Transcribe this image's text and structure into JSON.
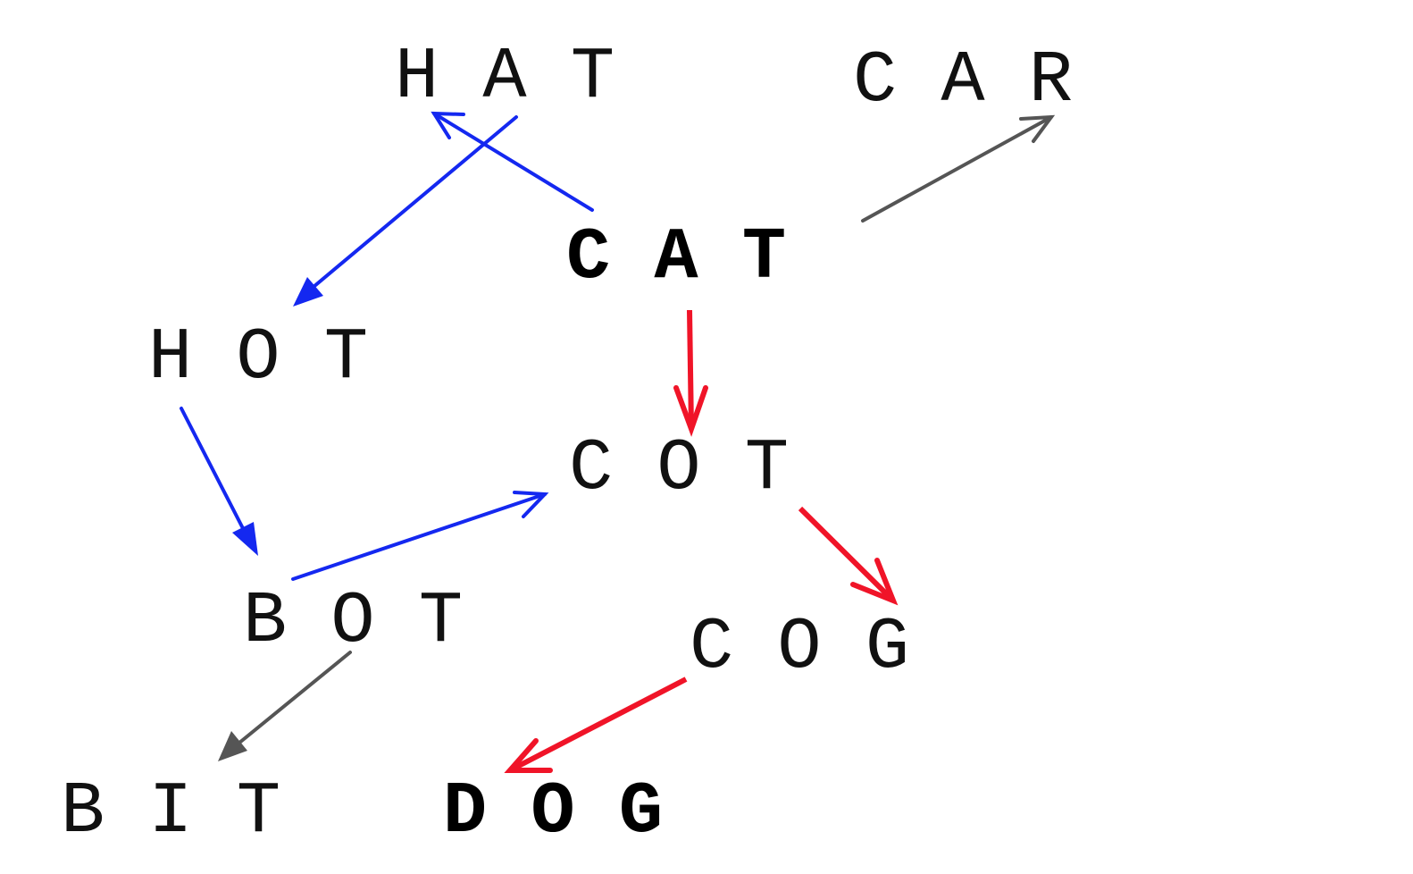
{
  "words": {
    "hat": "H A T",
    "car": "C A R",
    "cat": "C A T",
    "hot": "H O T",
    "cot": "C O T",
    "bot": "B O T",
    "cog": "C O G",
    "bit": "B I T",
    "dog": "D O G"
  },
  "colors": {
    "blue_path": "#1428f0",
    "red_path": "#f01428",
    "gray_edge": "#555555",
    "text": "#111111"
  },
  "edges": [
    {
      "from": "cat",
      "to": "hat",
      "color": "blue"
    },
    {
      "from": "hat",
      "to": "hot",
      "color": "blue"
    },
    {
      "from": "hot",
      "to": "bot",
      "color": "blue"
    },
    {
      "from": "bot",
      "to": "cot",
      "color": "blue"
    },
    {
      "from": "cat",
      "to": "car",
      "color": "gray"
    },
    {
      "from": "bot",
      "to": "bit",
      "color": "gray"
    },
    {
      "from": "cat",
      "to": "cot",
      "color": "red"
    },
    {
      "from": "cot",
      "to": "cog",
      "color": "red"
    },
    {
      "from": "cog",
      "to": "dog",
      "color": "red"
    }
  ]
}
